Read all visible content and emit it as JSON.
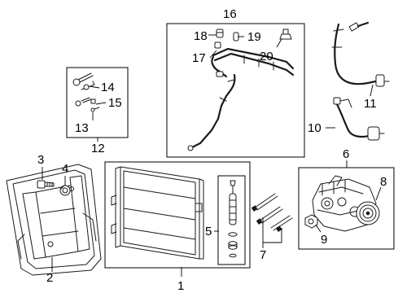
{
  "callouts": {
    "c1": "1",
    "c2": "2",
    "c3": "3",
    "c4": "4",
    "c5": "5",
    "c6": "6",
    "c7": "7",
    "c8": "8",
    "c9": "9",
    "c10": "10",
    "c11": "11",
    "c12": "12",
    "c13": "13",
    "c14": "14",
    "c15": "15",
    "c16": "16",
    "c17": "17",
    "c18": "18",
    "c19": "19",
    "c20": "20"
  },
  "colors": {
    "line": "#1a1a1a",
    "background": "#ffffff"
  }
}
